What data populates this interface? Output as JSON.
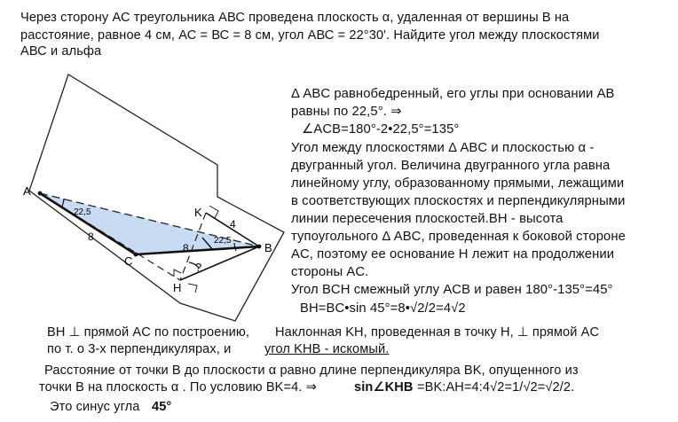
{
  "problem": {
    "line1": "Через сторону АС треугольника АВС проведена плоскость α, удаленная от вершины В на",
    "line2": "расстояние, равное 4 см, АС = ВС = 8 см, угол АВС = 22°30'.  Найдите угол между плоскостями",
    "line3": "АВС и альфа"
  },
  "figure": {
    "label_a": "A",
    "label_b": "B",
    "label_c": "C",
    "label_k": "K",
    "label_h": "H",
    "angle_a": "22,5",
    "angle_b": "22,5",
    "len_ac": "8",
    "len_bc": "8",
    "len_bk": "4",
    "unknown": "?"
  },
  "solution": {
    "s1": "Δ ABC  равнобедренный, его углы при основании AB",
    "s2": "равны по 22,5°.  ⇒",
    "s3": "∠ACB=180°-2•22,5°=135°",
    "s4": "Угол между плоскостями Δ ABC и плоскостью α -",
    "s5": "двугранный угол. Величина двугранного угла равна",
    "s6": " линейному углу, образованному прямыми, лежащими",
    "s7": "в соответствующих плоскостях и перпендикулярными",
    "s8": "линии пересечения плоскостей.BH - высота",
    "s9": "тупоугольного Δ ABC, проведенная к боковой стороне",
    "s10": "AC,  поэтому ее основание H лежит на продолжении",
    "s11": "стороны AC.",
    "s12": "Угол BCH смежный углу ACB и равен 180°-135°=45°",
    "s13": "BH=BC•sin 45°=8•√2/2=4√2"
  },
  "conclusion": {
    "c1a": "BH ⊥  прямой AC по построению,",
    "c1b": "Наклонная KH, проведенная в точку H, ⊥ прямой AC",
    "c2a": "по т. о 3-х перпендикулярах,  и",
    "c2b": "угол KHB - искомый.",
    "c3": "Расстояние от точки B до плоскости α равно длине перпендикуляра BK, опущенного из",
    "c4a": "точки B на плоскость α . По условию BK=4. ⇒",
    "c4b": "sin∠KHB",
    "c4c": "=BK:AH=4:4√2=1/√2=√2/2.",
    "c5a": "Это синус угла",
    "c5b": "45°"
  }
}
